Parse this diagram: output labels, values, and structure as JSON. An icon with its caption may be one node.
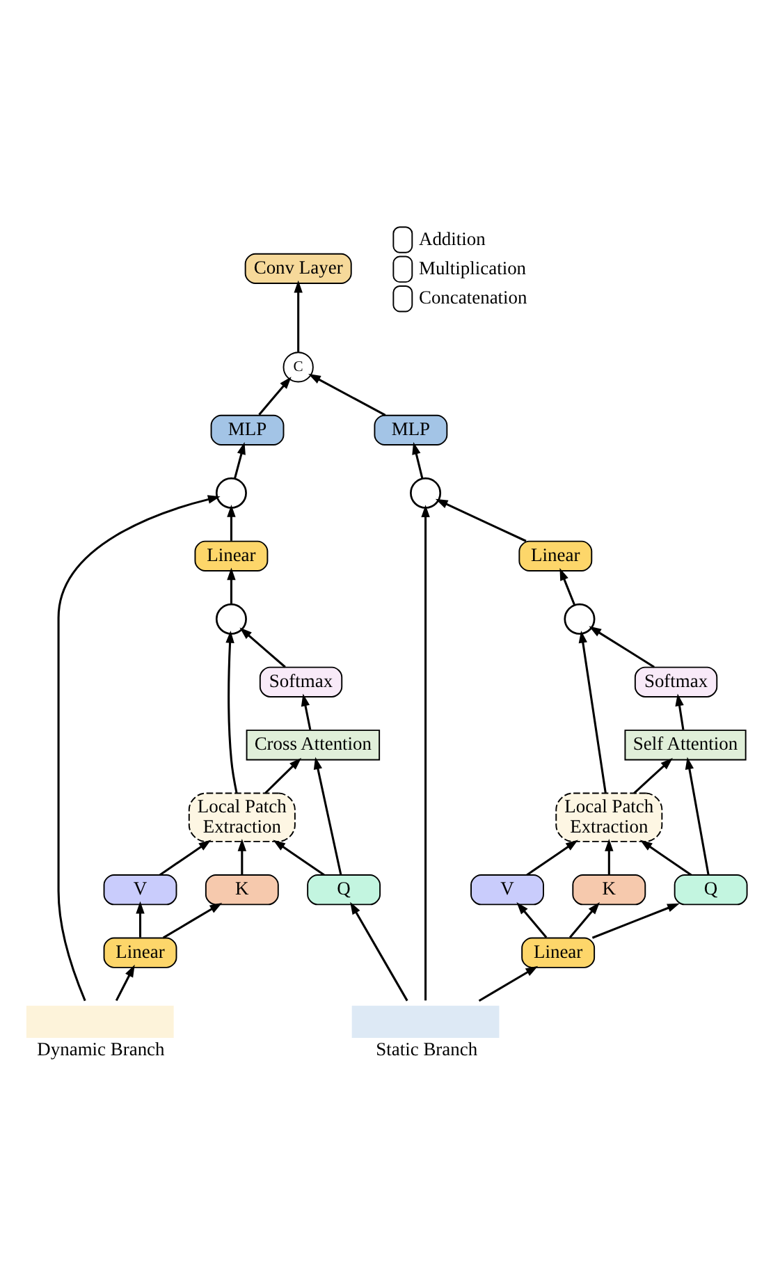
{
  "diagram": {
    "nodes": [
      {
        "text": [
          "Conv Layer"
        ]
      },
      {
        "text": [
          "C"
        ]
      },
      {
        "text": [
          "MLP"
        ]
      },
      {
        "text": [
          "MLP"
        ]
      },
      {
        "text": [],
        "shape": "circle"
      },
      {
        "text": [],
        "shape": "circle"
      },
      {
        "text": [
          "Linear"
        ]
      },
      {
        "text": [
          "Linear"
        ]
      },
      {
        "text": [],
        "shape": "circle"
      },
      {
        "text": [],
        "shape": "circle"
      },
      {
        "text": [
          "Softmax"
        ]
      },
      {
        "text": [
          "Softmax"
        ]
      },
      {
        "text": [
          "Cross Attention"
        ]
      },
      {
        "text": [
          "Self Attention"
        ]
      },
      {
        "text": [
          "Local Patch Extraction"
        ]
      },
      {
        "text": [
          "Local Patch Extraction"
        ]
      },
      {
        "text": [
          "V"
        ]
      },
      {
        "text": [
          "K"
        ]
      },
      {
        "text": [
          "Q"
        ]
      },
      {
        "text": [
          "V"
        ]
      },
      {
        "text": [
          "K"
        ]
      },
      {
        "text": [
          "Q"
        ]
      },
      {
        "text": [
          "Linear"
        ]
      },
      {
        "text": [
          "Linear"
        ]
      },
      {
        "text": [
          "Dynamic Branch"
        ]
      },
      {
        "text": [
          "Static Branch"
        ]
      }
    ],
    "edges": [
      {
        "from": 1,
        "to": 0,
        "arrow": "to"
      },
      {
        "from": 2,
        "to": 1,
        "arrow": "to"
      },
      {
        "from": 3,
        "to": 1,
        "arrow": "to"
      },
      {
        "from": 4,
        "to": 2,
        "arrow": "to"
      },
      {
        "from": 5,
        "to": 3,
        "arrow": "to"
      },
      {
        "from": 6,
        "to": 4,
        "arrow": "to"
      },
      {
        "from": 24,
        "to": 4,
        "arrow": "to"
      },
      {
        "from": 7,
        "to": 5,
        "arrow": "to"
      },
      {
        "from": 25,
        "to": 5,
        "arrow": "to"
      },
      {
        "from": 8,
        "to": 6,
        "arrow": "to"
      },
      {
        "from": 9,
        "to": 7,
        "arrow": "to"
      },
      {
        "from": 14,
        "to": 8,
        "arrow": "to"
      },
      {
        "from": 10,
        "to": 8,
        "arrow": "to"
      },
      {
        "from": 15,
        "to": 9,
        "arrow": "to"
      },
      {
        "from": 11,
        "to": 9,
        "arrow": "to"
      },
      {
        "from": 12,
        "to": 10,
        "arrow": "to"
      },
      {
        "from": 13,
        "to": 11,
        "arrow": "to"
      },
      {
        "from": 14,
        "to": 12,
        "arrow": "to"
      },
      {
        "from": 18,
        "to": 12,
        "arrow": "to"
      },
      {
        "from": 15,
        "to": 13,
        "arrow": "to"
      },
      {
        "from": 21,
        "to": 13,
        "arrow": "to"
      },
      {
        "from": 16,
        "to": 14,
        "arrow": "to"
      },
      {
        "from": 17,
        "to": 14,
        "arrow": "to"
      },
      {
        "from": 18,
        "to": 14,
        "arrow": "to"
      },
      {
        "from": 19,
        "to": 15,
        "arrow": "to"
      },
      {
        "from": 20,
        "to": 15,
        "arrow": "to"
      },
      {
        "from": 21,
        "to": 15,
        "arrow": "to"
      },
      {
        "from": 22,
        "to": 16,
        "arrow": "to"
      },
      {
        "from": 22,
        "to": 17,
        "arrow": "to"
      },
      {
        "from": 23,
        "to": 19,
        "arrow": "to"
      },
      {
        "from": 23,
        "to": 20,
        "arrow": "to"
      },
      {
        "from": 23,
        "to": 21,
        "arrow": "to"
      },
      {
        "from": 24,
        "to": 22,
        "arrow": "to"
      },
      {
        "from": 25,
        "to": 18,
        "arrow": "to"
      },
      {
        "from": 25,
        "to": 23,
        "arrow": "to"
      }
    ],
    "legend": [
      {
        "text": "Addition"
      },
      {
        "text": "Multiplication"
      },
      {
        "text": "Concatenation"
      }
    ]
  }
}
